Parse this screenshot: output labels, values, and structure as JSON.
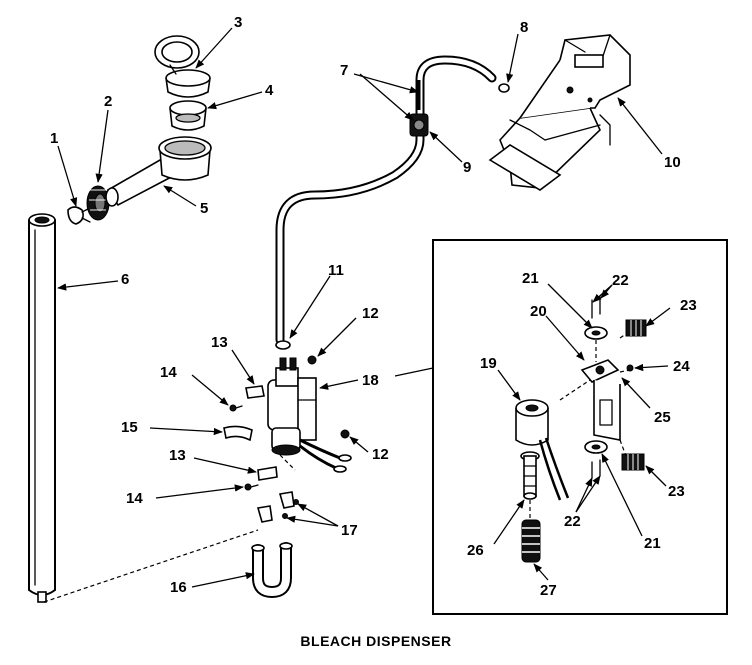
{
  "caption": "BLEACH DISPENSER",
  "callouts": {
    "n1": "1",
    "n2": "2",
    "n3": "3",
    "n4": "4",
    "n5": "5",
    "n6": "6",
    "n7": "7",
    "n8": "8",
    "n9": "9",
    "n10": "10",
    "n11": "11",
    "n12a": "12",
    "n12b": "12",
    "n13a": "13",
    "n13b": "13",
    "n14a": "14",
    "n14b": "14",
    "n15": "15",
    "n16": "16",
    "n17": "17",
    "n18": "18",
    "n19": "19",
    "n20": "20",
    "n21a": "21",
    "n21b": "21",
    "n22a": "22",
    "n22b": "22",
    "n23a": "23",
    "n23b": "23",
    "n24": "24",
    "n25": "25",
    "n26": "26",
    "n27": "27"
  }
}
